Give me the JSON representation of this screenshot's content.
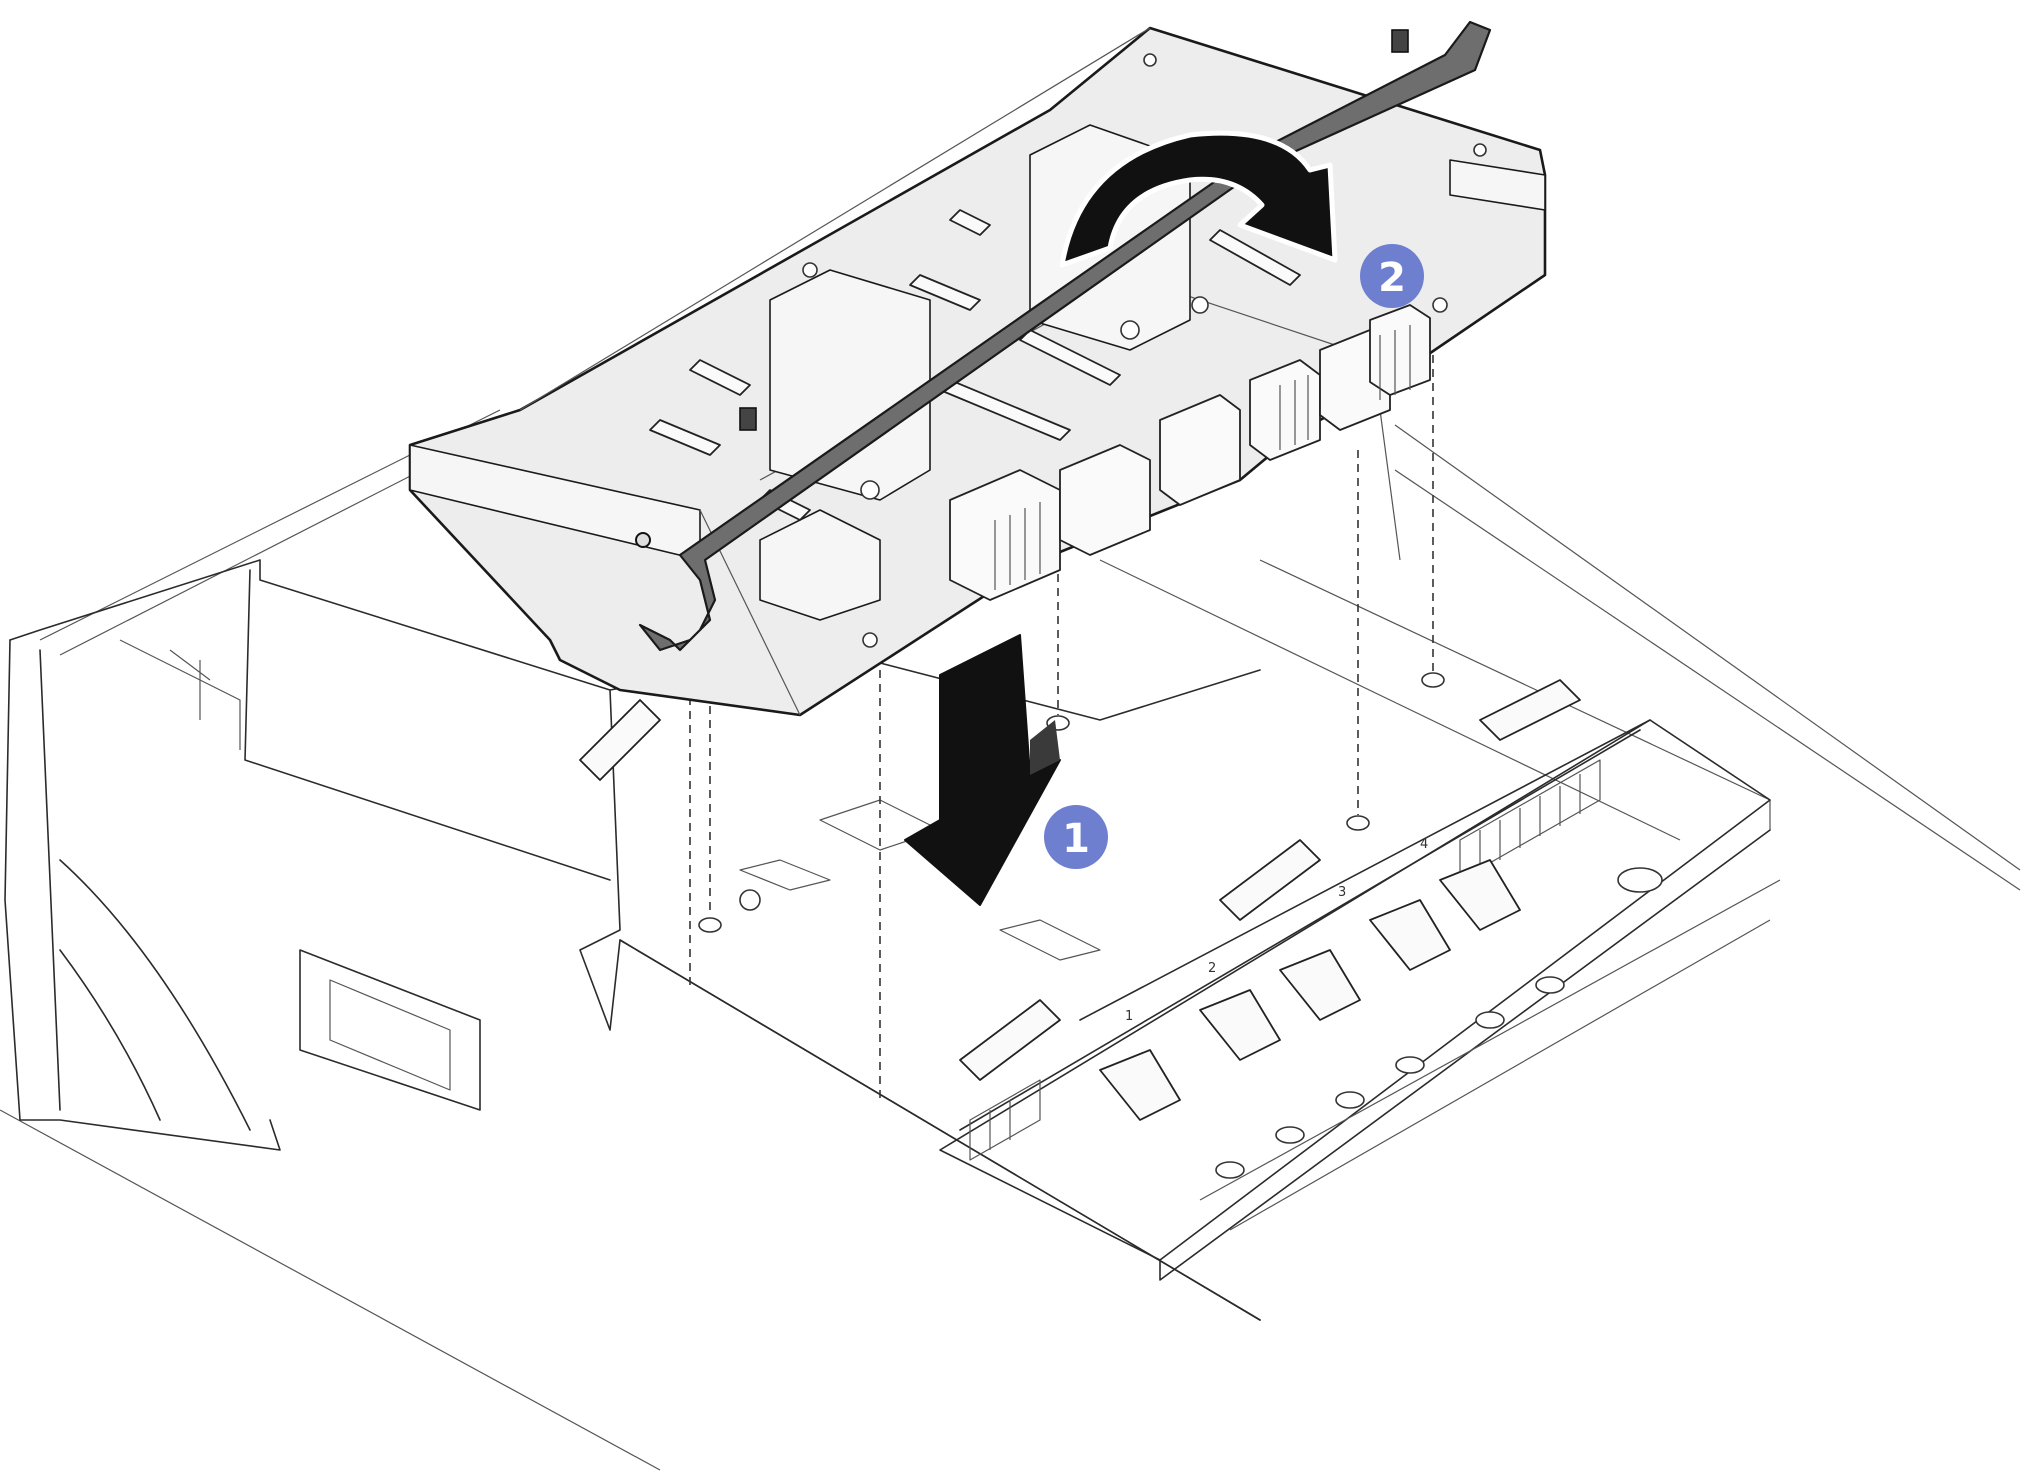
{
  "figure": {
    "steps": [
      {
        "number": "1",
        "action": "lower"
      },
      {
        "number": "2",
        "action": "rotate-handle"
      }
    ],
    "bay_labels": [
      "1",
      "2",
      "3",
      "4"
    ],
    "colors": {
      "step_badge": "#6f7fd0",
      "arrow": "#111111",
      "handle": "#6e6e6e",
      "tray": "#ededed",
      "chassis_line": "#2b2b2b"
    },
    "icons": [
      "down-arrow-icon",
      "rotate-arrow-icon"
    ]
  }
}
